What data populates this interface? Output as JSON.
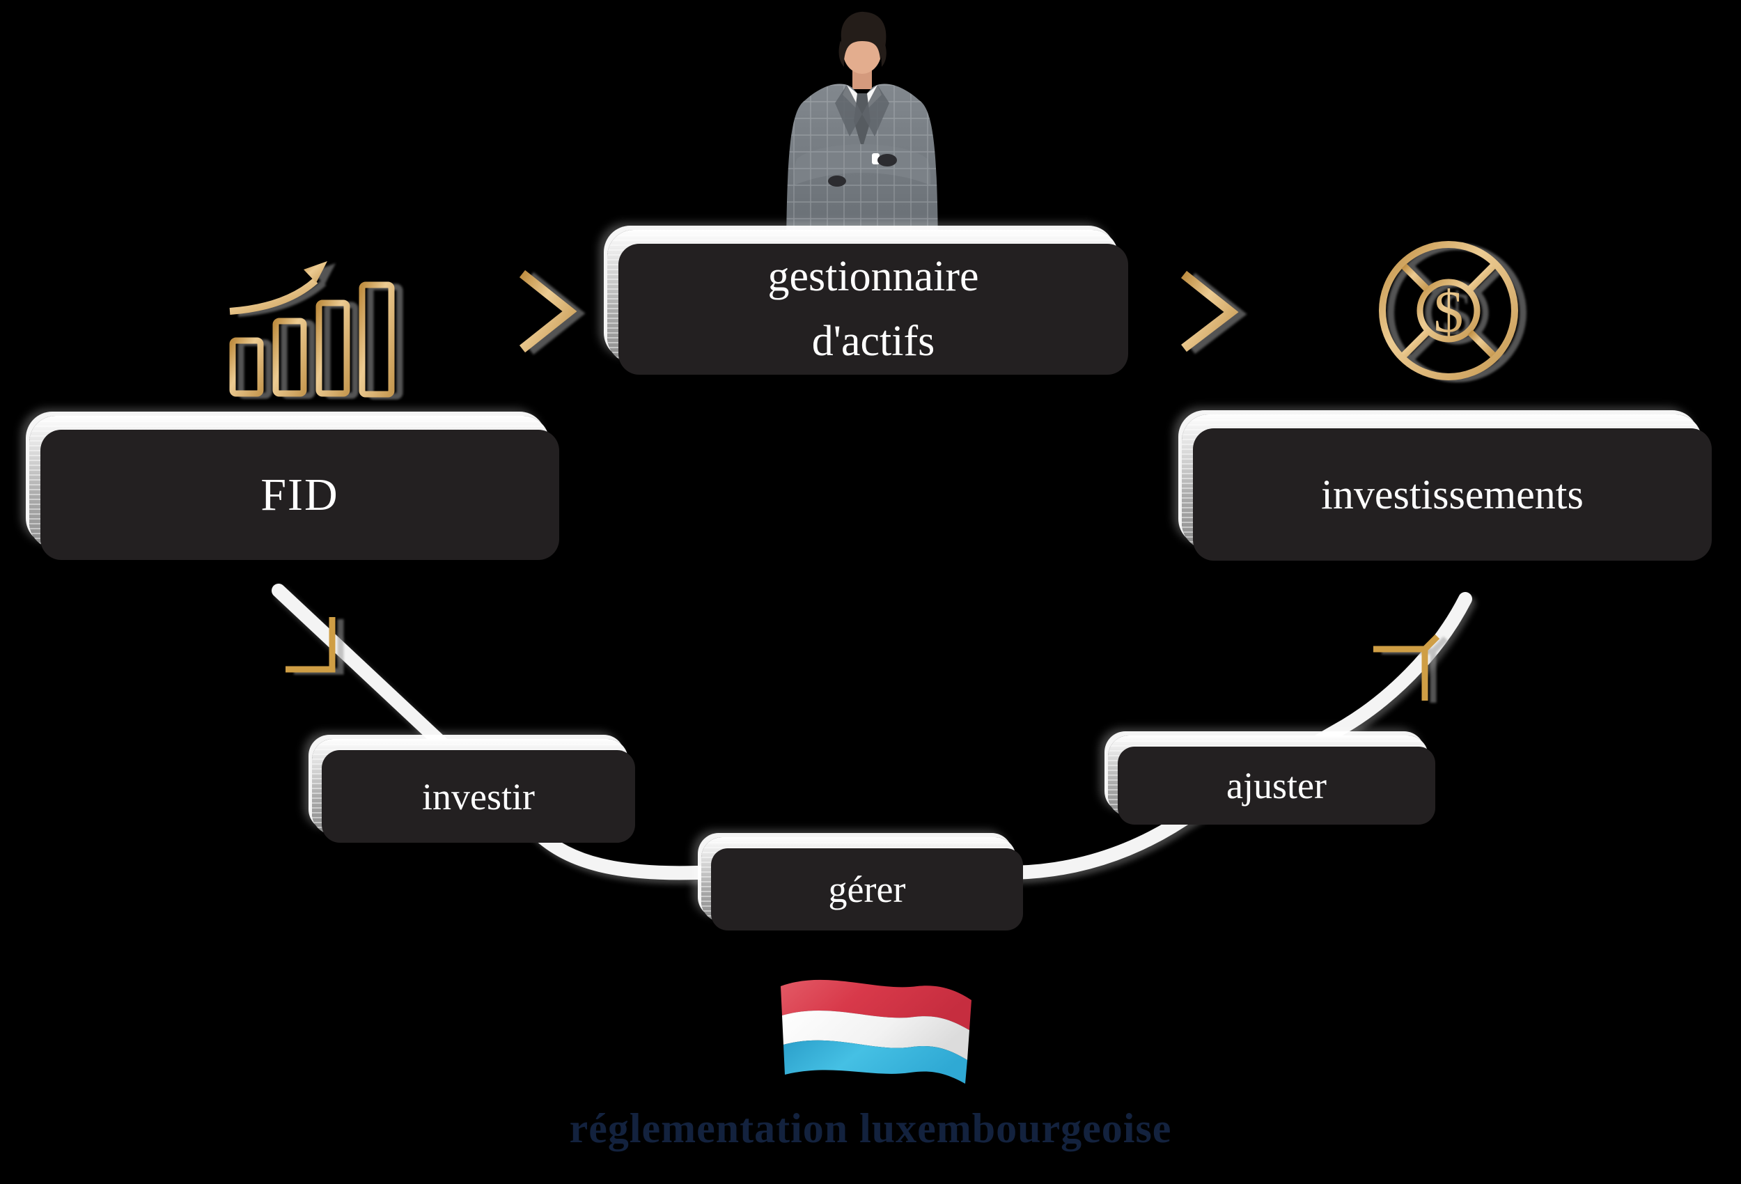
{
  "nodes": {
    "manager": {
      "line1": "gestionnaire",
      "line2": "d'actifs"
    },
    "fid": {
      "label": "FID"
    },
    "investments": {
      "label": "investissements"
    },
    "invest": {
      "label": "investir"
    },
    "manage": {
      "label": "gérer"
    },
    "adjust": {
      "label": "ajuster"
    }
  },
  "caption": {
    "label": "réglementation luxembourgeoise"
  },
  "icons": {
    "growth_chart": "bar-chart-rising-arrow-icon",
    "wealth_wheel": "wheel-dollar-icon",
    "chevron_first": "chevron-right-icon",
    "chevron_second": "chevron-right-icon",
    "flag": "luxembourg-flag",
    "person": "asset-manager-portrait",
    "dollar_symbol": "$"
  },
  "colors": {
    "background": "#000000",
    "box_bg": "#232021",
    "box_text": "#ffffff",
    "gold": "#d9b273",
    "gold_deep": "#c2933f",
    "ribbon": "#f4f4f4",
    "caption": "#13223e",
    "flag_red": "#d8394a",
    "flag_white": "#f2f2f2",
    "flag_blue": "#38b6e0"
  }
}
